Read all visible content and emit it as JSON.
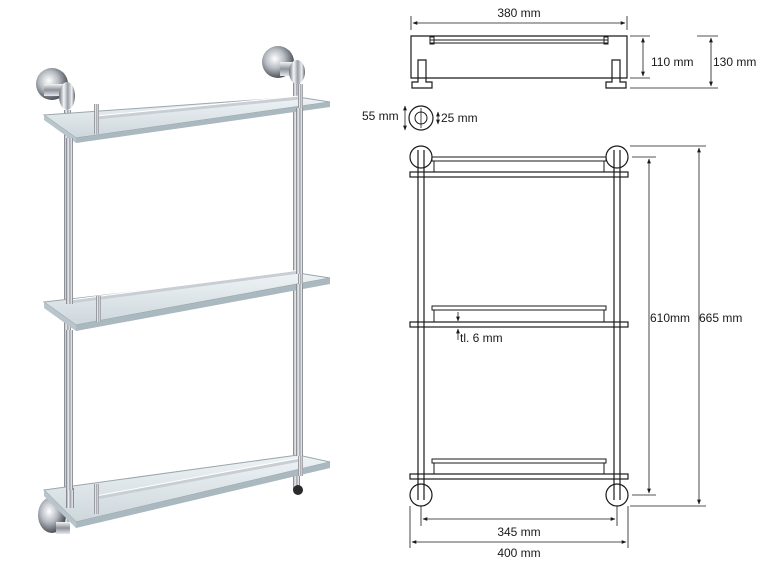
{
  "dimensions": {
    "top_width": "380 mm",
    "height_110": "110 mm",
    "height_130": "130 mm",
    "rosette_diameter": "55 mm",
    "tube_diameter": "25 mm",
    "glass_thickness": "tl. 6 mm",
    "inner_height": "610mm",
    "total_height": "665 mm",
    "inner_width": "345 mm",
    "total_width": "400 mm"
  }
}
